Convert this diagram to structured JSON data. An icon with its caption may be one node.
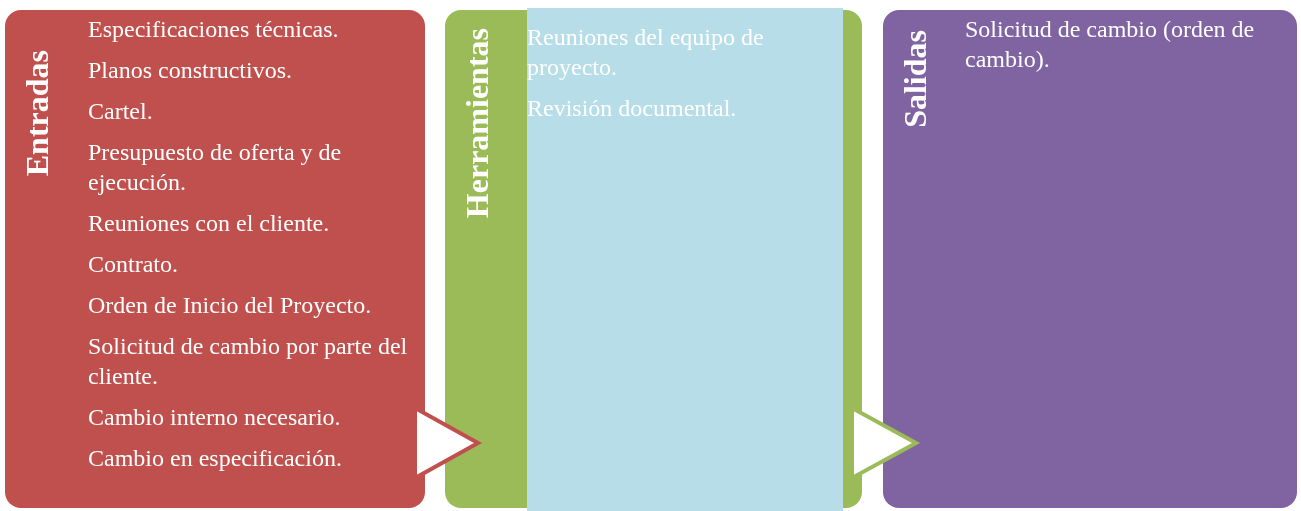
{
  "diagram": {
    "nodes": [
      {
        "text": [
          "Entradas",
          "Especificaciones técnicas.",
          "Planos constructivos.",
          "Cartel.",
          "Presupuesto de oferta y de ejecución.",
          "Reuniones con el cliente.",
          "Contrato.",
          "Orden de Inicio del Proyecto.",
          "Solicitud de cambio por parte del cliente.",
          "Cambio interno necesario.",
          "Cambio en especificación."
        ]
      },
      {
        "text": [
          "Herramientas"
        ]
      },
      {
        "text": [
          "Reuniones del equipo de proyecto.",
          "Revisión documental."
        ],
        "in": 1
      },
      {
        "text": [
          "Salidas",
          "Solicitud de cambio (orden de cambio)."
        ]
      }
    ],
    "edges": [
      {
        "from": 0,
        "to": 1,
        "arrow": "to",
        "color": "#c0504d"
      },
      {
        "from": 1,
        "to": 3,
        "arrow": "to",
        "color": "#9bbb59"
      }
    ]
  }
}
